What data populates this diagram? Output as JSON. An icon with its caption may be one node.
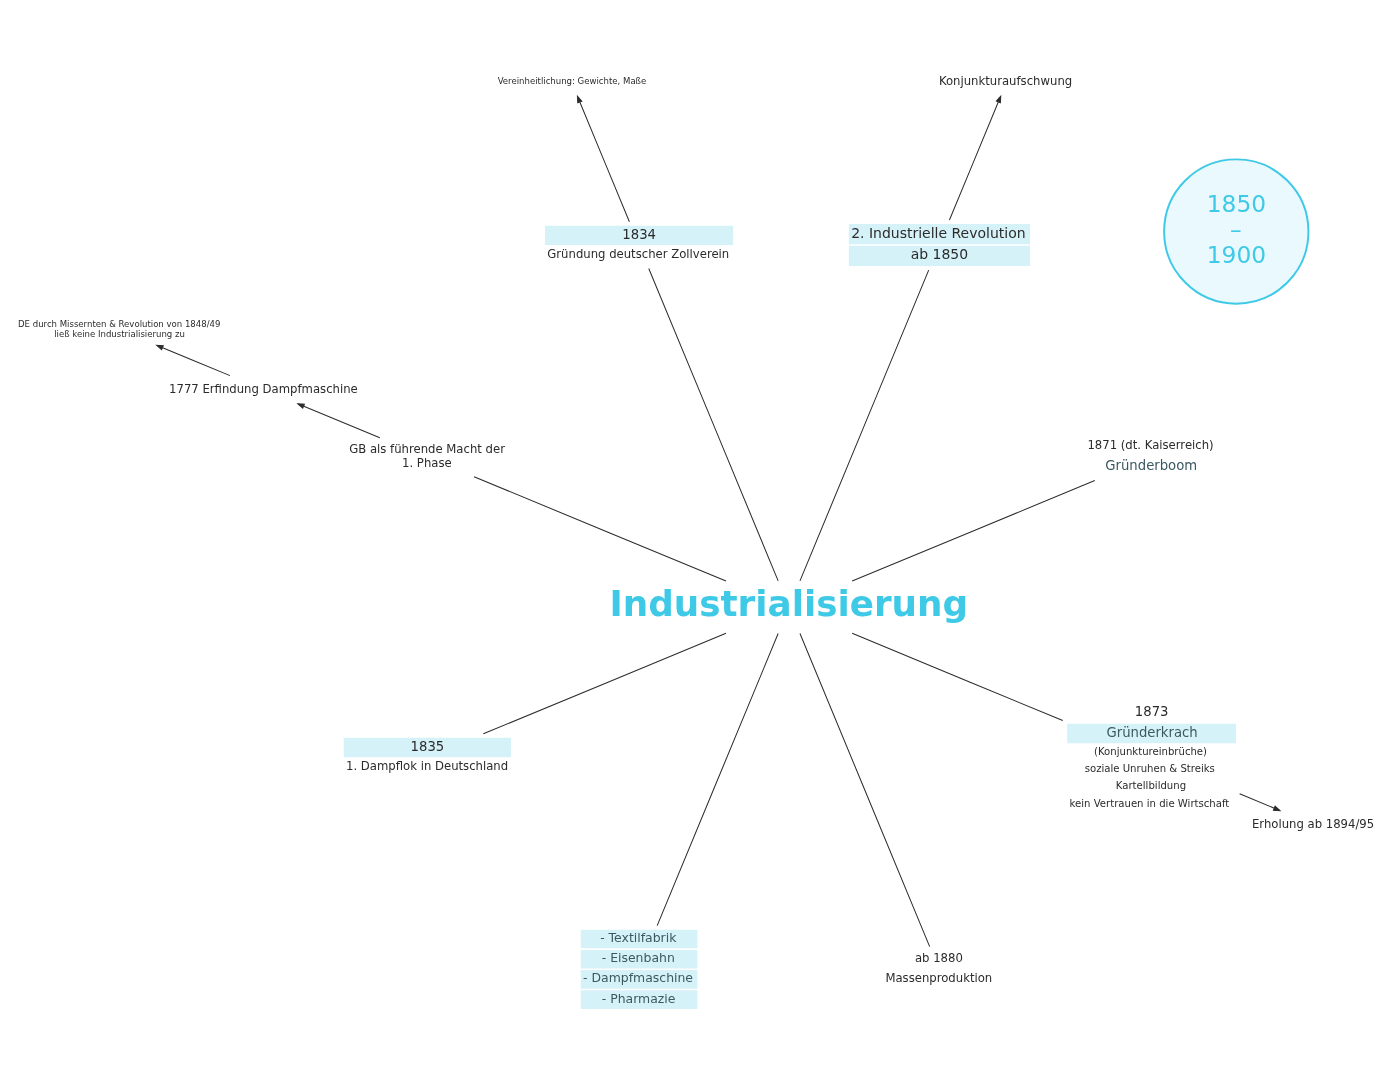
{
  "diagram": {
    "nodes": [
      {
        "text": [
          "Industrialisierung"
        ]
      },
      {
        "text": [
          "GB als führende Macht der 1. Phase"
        ]
      },
      {
        "text": [
          "1777 Erfindung Dampfmaschine"
        ]
      },
      {
        "text": [
          "DE durch Missernten & Revolution von 1848/49 ließ keine Industrialisierung zu"
        ]
      },
      {
        "text": [
          "1834",
          "Gründung deutscher Zollverein"
        ]
      },
      {
        "text": [
          "Vereinheitlichung: Gewichte, Maße"
        ]
      },
      {
        "text": [
          "2. Industrielle Revolution",
          "ab 1850"
        ]
      },
      {
        "text": [
          "Konjunkturaufschwung"
        ]
      },
      {
        "text": [
          "1871 (dt. Kaiserreich)",
          "Gründerboom"
        ]
      },
      {
        "text": [
          "1873",
          "Gründerkrach",
          "(Konjunktureinbrüche)",
          "soziale Unruhen & Streiks",
          "Kartellbildung",
          "kein Vertrauen in die Wirtschaft"
        ]
      },
      {
        "text": [
          "Erholung ab 1894/95"
        ]
      },
      {
        "text": [
          "ab 1880",
          "Massenproduktion"
        ]
      },
      {
        "text": [
          "- Textilfabrik",
          "- Eisenbahn",
          "- Dampfmaschine",
          "- Pharmazie"
        ]
      },
      {
        "text": [
          "1835",
          "1. Dampflok in Deutschland"
        ]
      },
      {
        "text": [
          "1850 – 1900"
        ]
      }
    ],
    "edges": [
      {
        "from": 0,
        "to": 8,
        "arrow": "none"
      },
      {
        "from": 0,
        "to": 6,
        "arrow": "none"
      },
      {
        "from": 6,
        "to": 7,
        "arrow": "to"
      },
      {
        "from": 0,
        "to": 4,
        "arrow": "none"
      },
      {
        "from": 4,
        "to": 5,
        "arrow": "to"
      },
      {
        "from": 0,
        "to": 1,
        "arrow": "none"
      },
      {
        "from": 1,
        "to": 2,
        "arrow": "to"
      },
      {
        "from": 2,
        "to": 3,
        "arrow": "to"
      },
      {
        "from": 0,
        "to": 13,
        "arrow": "none"
      },
      {
        "from": 0,
        "to": 12,
        "arrow": "none"
      },
      {
        "from": 0,
        "to": 11,
        "arrow": "none"
      },
      {
        "from": 0,
        "to": 9,
        "arrow": "none"
      },
      {
        "from": 9,
        "to": 10,
        "arrow": "to"
      }
    ]
  }
}
